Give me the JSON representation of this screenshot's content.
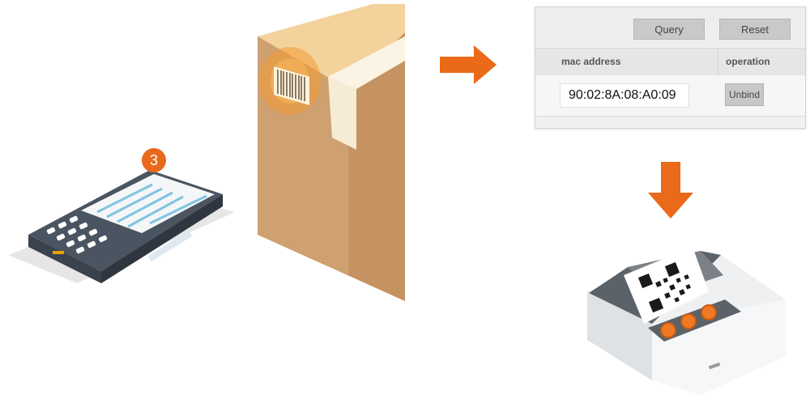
{
  "step_badge": "3",
  "panel": {
    "buttons": {
      "query": "Query",
      "reset": "Reset"
    },
    "table": {
      "columns": [
        "mac address",
        "operation"
      ],
      "rows": [
        {
          "mac_address": "90:02:8A:08:A0:09",
          "action": "Unbind"
        }
      ]
    }
  },
  "colors": {
    "accent": "#e8691c",
    "box": "#cfa070",
    "panel_bg": "#f1f1f1"
  },
  "icons": [
    "handheld-scanner-icon",
    "cardboard-box-icon",
    "barcode-label-icon",
    "arrow-right-icon",
    "arrow-down-icon",
    "label-printer-icon",
    "qr-code-icon"
  ]
}
